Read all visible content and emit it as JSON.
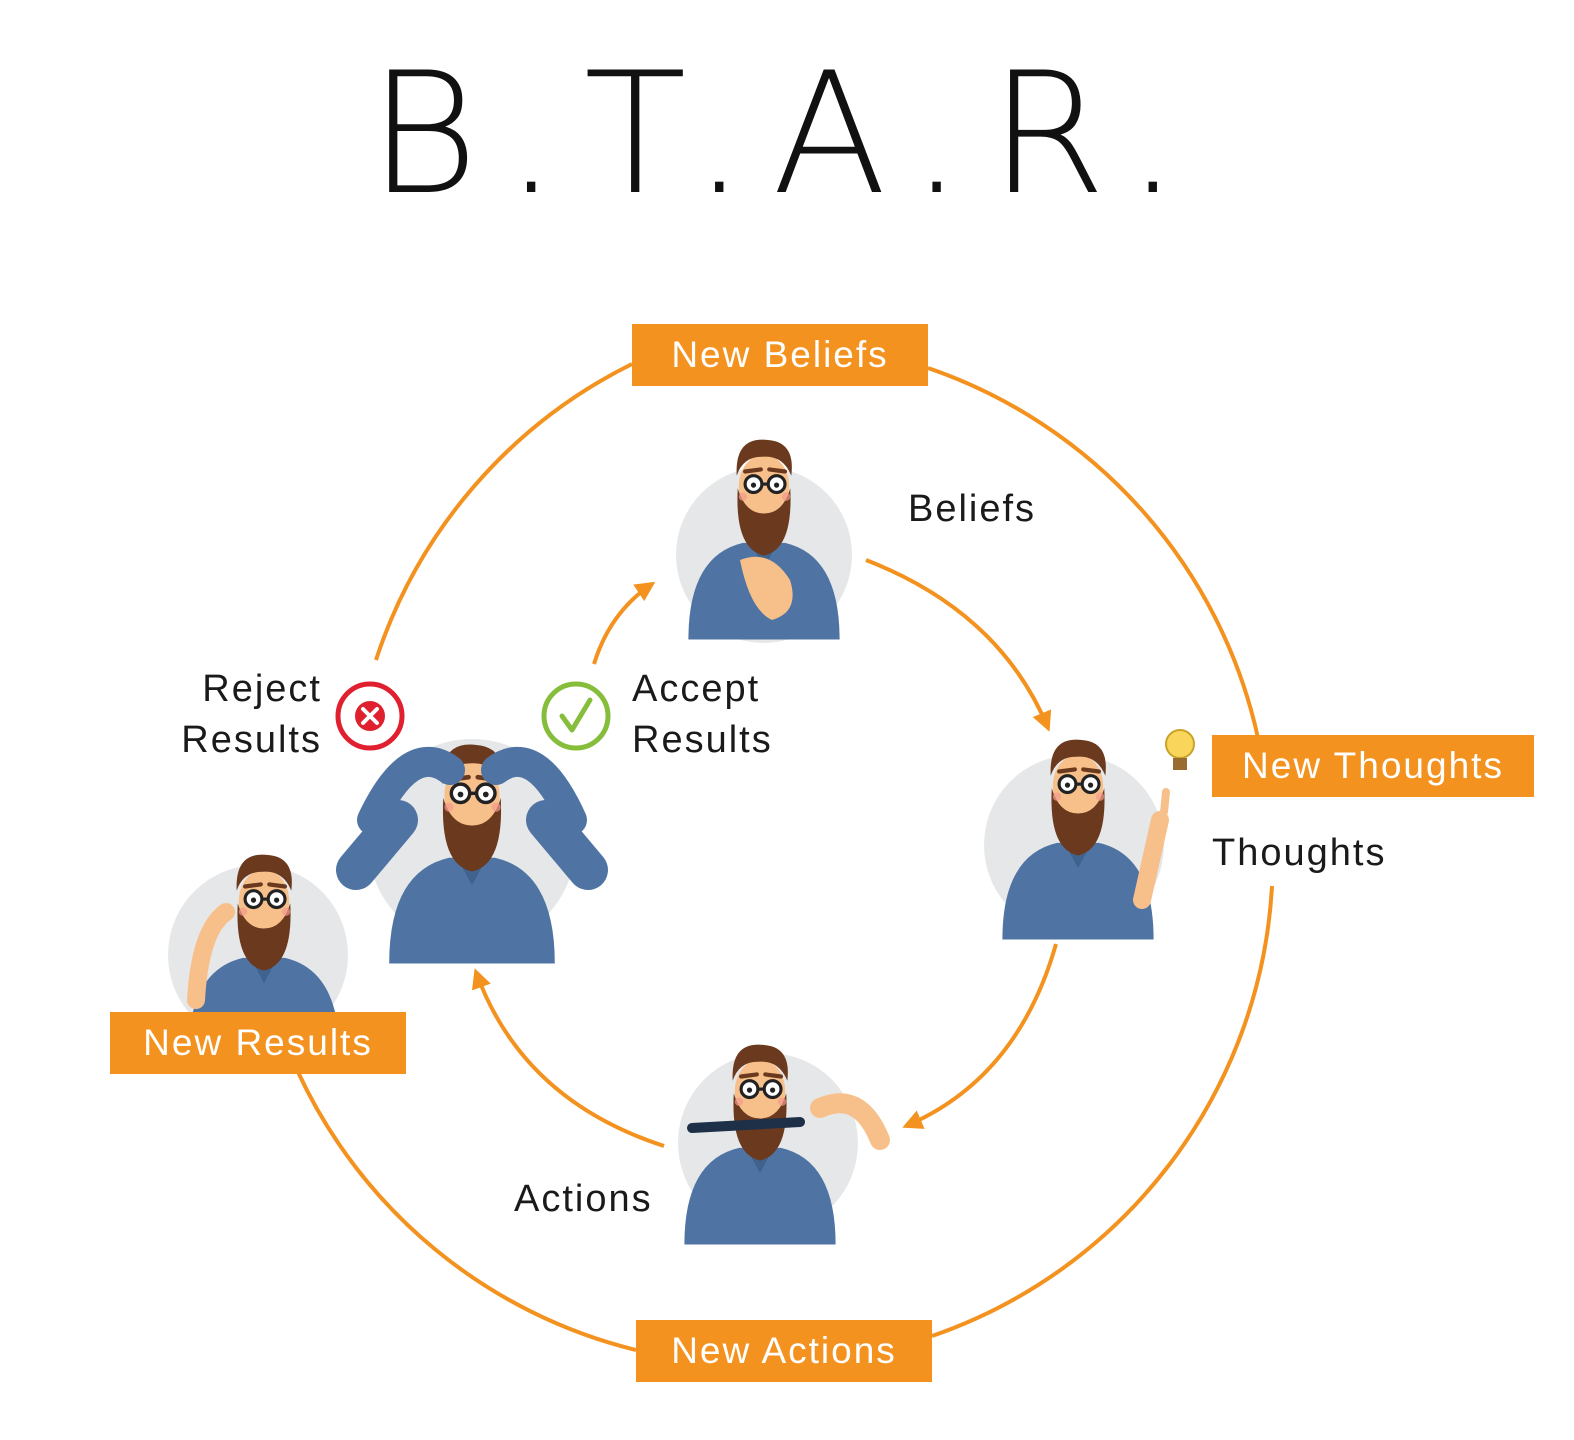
{
  "title": "B.T.A.R.",
  "outer_cycle": {
    "top": "New Beliefs",
    "right": "New Thoughts",
    "bottom": "New Actions",
    "left": "New Results"
  },
  "inner_cycle": {
    "beliefs": "Beliefs",
    "thoughts": "Thoughts",
    "actions": "Actions"
  },
  "decision": {
    "reject_line1": "Reject",
    "reject_line2": "Results",
    "accept_line1": "Accept",
    "accept_line2": "Results"
  },
  "icons": {
    "reject": "x-circle-icon",
    "accept": "check-circle-icon",
    "idea": "light-bulb-icon"
  },
  "colors": {
    "accent": "#F4921F",
    "reject": "#E0202E",
    "accept": "#86BE3C",
    "shirt": "#4F74A3",
    "beard": "#6B3A1E",
    "skin": "#F7C08A",
    "avatar_bg": "#E6E7E9"
  }
}
